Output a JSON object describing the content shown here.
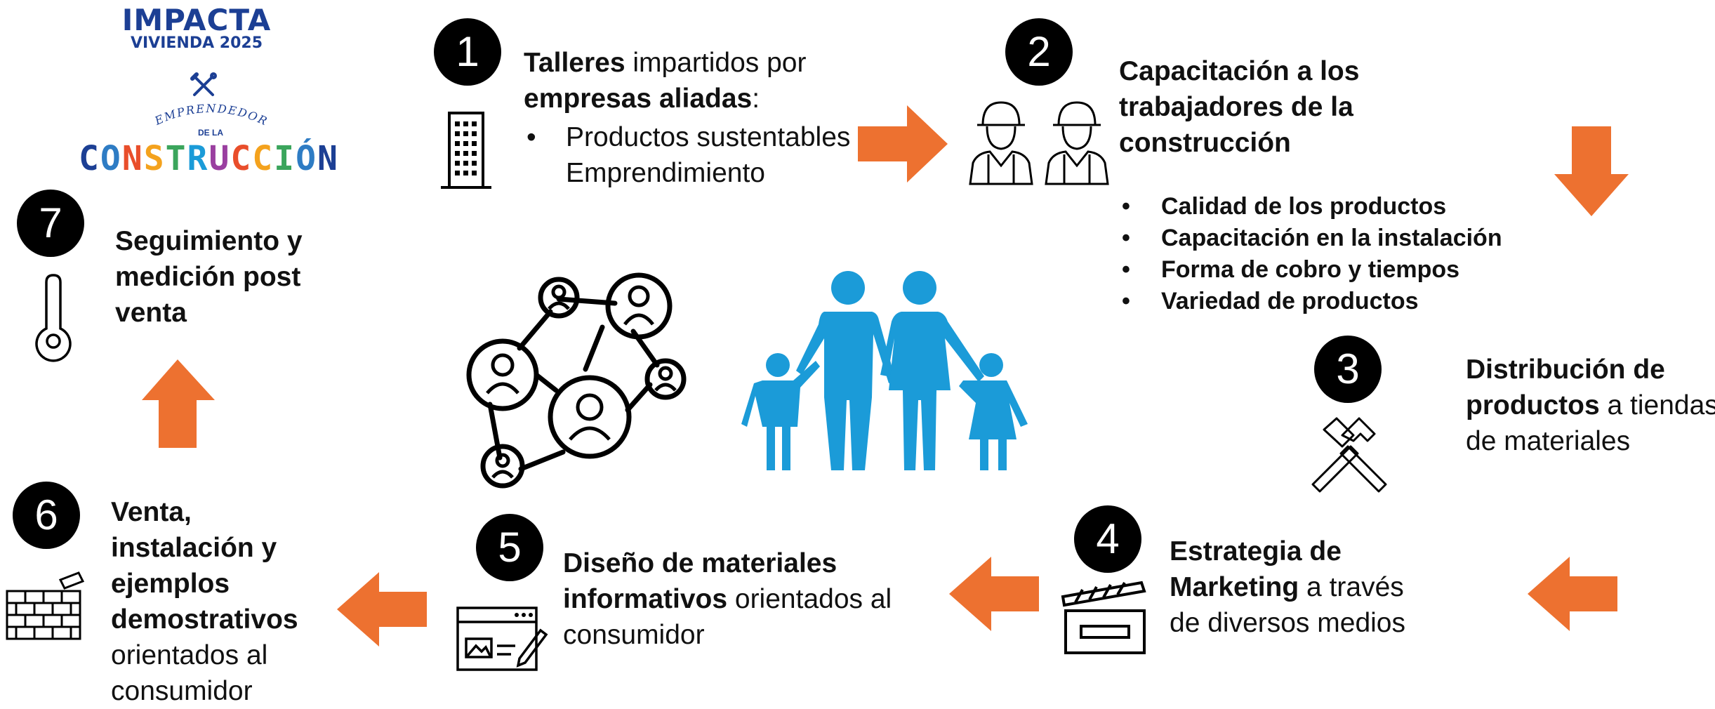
{
  "logo": {
    "brand_line1": "IMPACTA",
    "brand_line2": "VIVIENDA 2025",
    "sub_arc": "EMPRENDEDORES",
    "sub_de": "DE LA",
    "sub_main": "CONSTRUCCIÓN"
  },
  "colors": {
    "arrow": "#ED7130",
    "family": "#1B9BD8",
    "badge": "#000000",
    "brand_blue": "#1C3F94"
  },
  "steps": [
    {
      "number": "1",
      "bold": "Talleres",
      "text": " impartidos por",
      "bold2": "empresas aliadas",
      "text2": ":",
      "bullets": [
        "Productos sustentables",
        "Emprendimiento"
      ],
      "icon": "building-icon"
    },
    {
      "number": "2",
      "title_l1": "Capacitación a los",
      "title_l2": "trabajadores de la",
      "title_l3": "construcción",
      "bullets": [
        "Calidad de los productos",
        "Capacitación en la instalación",
        "Forma de cobro y tiempos",
        "Variedad de productos"
      ],
      "icon": "construction-workers-icon"
    },
    {
      "number": "3",
      "bold_l1": "Distribución de",
      "bold_l2": "productos",
      "text_l2": " a tiendas",
      "text_l3": "de materiales",
      "icon": "hammers-icon"
    },
    {
      "number": "4",
      "bold_l1": "Estrategia de",
      "bold_l2": "Marketing",
      "text_l2": " a través",
      "text_l3": "de diversos medios",
      "icon": "clapperboard-icon"
    },
    {
      "number": "5",
      "bold_l1": "Diseño de materiales",
      "bold_l2": "informativos",
      "text_l2": " orientados al",
      "text_l3": "consumidor",
      "icon": "web-design-icon"
    },
    {
      "number": "6",
      "bold_l1": "Venta,",
      "bold_l2": "instalación y",
      "bold_l3": "ejemplos",
      "bold_l4": "demostrativos",
      "text_l5": "orientados al",
      "text_l6": "consumidor",
      "icon": "brick-wall-icon"
    },
    {
      "number": "7",
      "bold_l1": "Seguimiento y",
      "bold_l2": "medición post",
      "bold_l3": "venta",
      "icon": "thermometer-icon"
    }
  ]
}
